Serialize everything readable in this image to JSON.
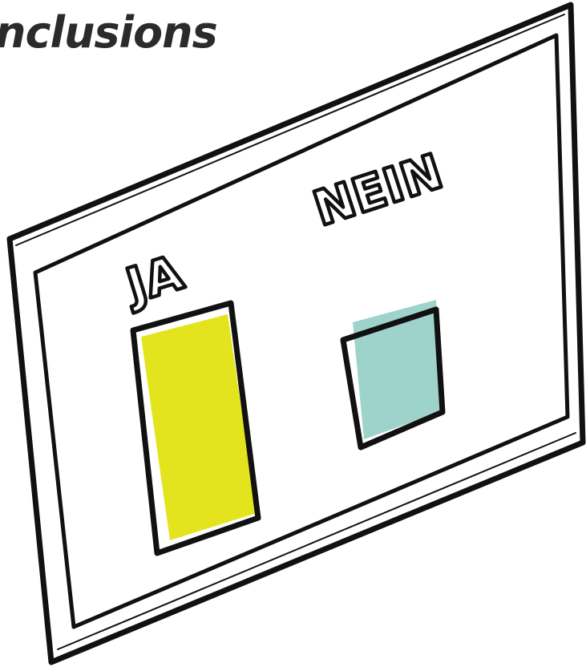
{
  "heading": {
    "text": "nclusions"
  },
  "board": {
    "options": [
      {
        "label": "JA",
        "color": "#e4e41e"
      },
      {
        "label": "NEIN",
        "color": "#9ed3cc"
      }
    ]
  }
}
